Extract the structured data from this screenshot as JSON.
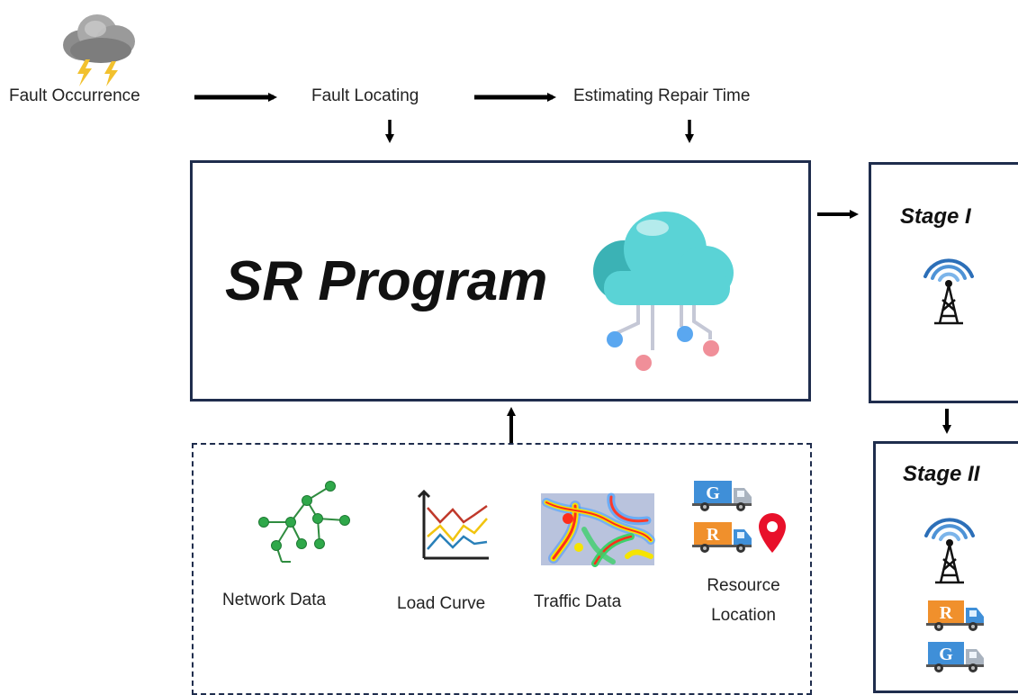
{
  "flow": {
    "step1": "Fault Occurrence",
    "step2": "Fault Locating",
    "step3": "Estimating Repair Time"
  },
  "program": {
    "title": "SR Program"
  },
  "stages": [
    {
      "title": "Stage I"
    },
    {
      "title": "Stage II"
    }
  ],
  "inputs": {
    "network": "Network Data",
    "load": "Load Curve",
    "traffic": "Traffic Data",
    "resource_line1": "Resource",
    "resource_line2": "Location"
  },
  "trucks": {
    "g_letter": "G",
    "r_letter": "R"
  },
  "colors": {
    "box_border": "#1f2d4d",
    "cloud_teal": "#5ad3d6",
    "node_blue": "#5aa7f0",
    "node_pink": "#f08f99",
    "network_green": "#2fa84a",
    "truck_blue": "#3f8fd8",
    "truck_orange": "#f0902c"
  },
  "icons": [
    "storm-cloud-icon",
    "cloud-network-icon",
    "antenna-tower-icon",
    "network-graph-icon",
    "line-chart-icon",
    "heatmap-icon",
    "truck-icon",
    "location-pin-icon"
  ]
}
